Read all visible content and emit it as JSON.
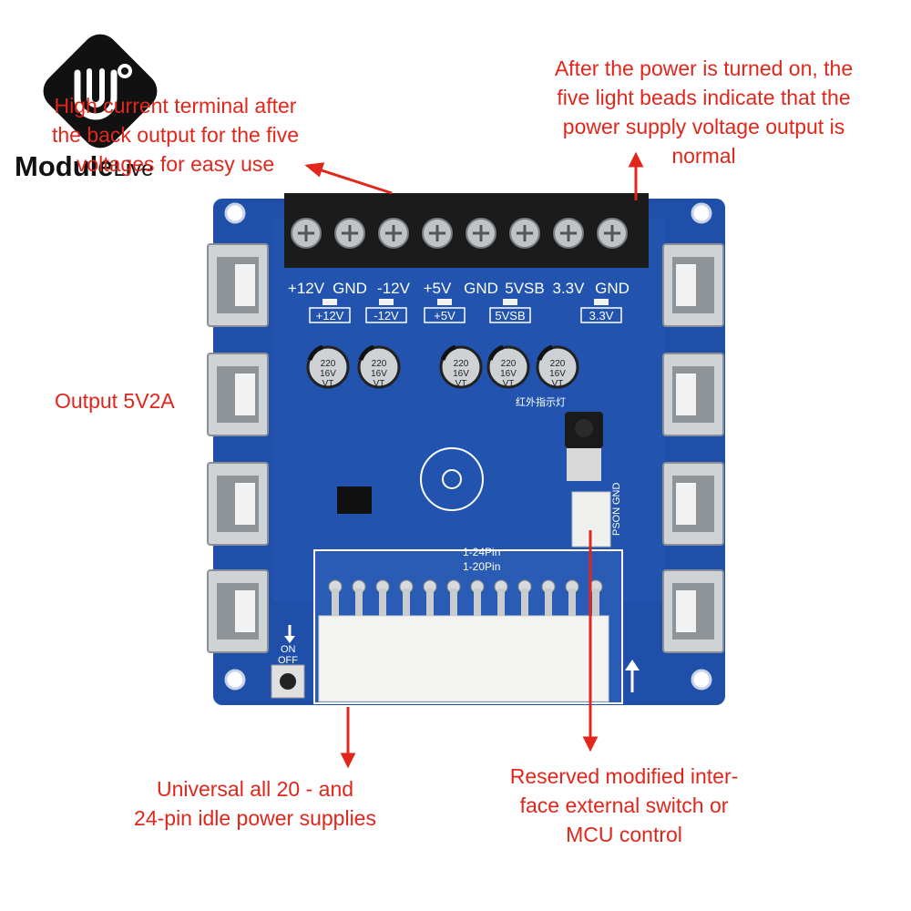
{
  "logo": {
    "brand_bold": "Module",
    "brand_light": "Live"
  },
  "callouts": {
    "terminal": [
      "High current terminal after",
      "the back output for the five",
      "voltages for easy use"
    ],
    "leds": [
      "After the power is turned on, the",
      "five light beads indicate that the",
      "power supply voltage output is",
      "normal"
    ],
    "usb": [
      "Output 5V2A"
    ],
    "connector": [
      "Universal all 20 - and",
      "24-pin idle power supplies"
    ],
    "interface": [
      "Reserved modified inter-",
      "face external switch or",
      "MCU control"
    ]
  },
  "board": {
    "terminal_labels": [
      "+12V",
      "GND",
      "-12V",
      "+5V",
      "GND",
      "5VSB",
      "3.3V",
      "GND"
    ],
    "led_labels": [
      "+12V",
      "-12V",
      "+5V",
      "5VSB",
      "3.3V"
    ],
    "capacitors": [
      {
        "rating": "220",
        "voltage": "16V",
        "mark": "VT"
      },
      {
        "rating": "220",
        "voltage": "16V",
        "mark": "VT"
      },
      {
        "rating": "220",
        "voltage": "16V",
        "mark": "VT"
      },
      {
        "rating": "220",
        "voltage": "16V",
        "mark": "VT"
      },
      {
        "rating": "220",
        "voltage": "16V",
        "mark": "VT"
      }
    ],
    "ir_label": "红外指示灯",
    "pin_labels": [
      "1-24Pin",
      "1-20Pin"
    ],
    "header_labels": [
      "PSON",
      "GND"
    ],
    "switch_labels": [
      "ON",
      "OFF"
    ]
  },
  "colors": {
    "pcb": "#1f4fa8",
    "accent": "#e1261c",
    "silkscreen": "#ffffff"
  }
}
